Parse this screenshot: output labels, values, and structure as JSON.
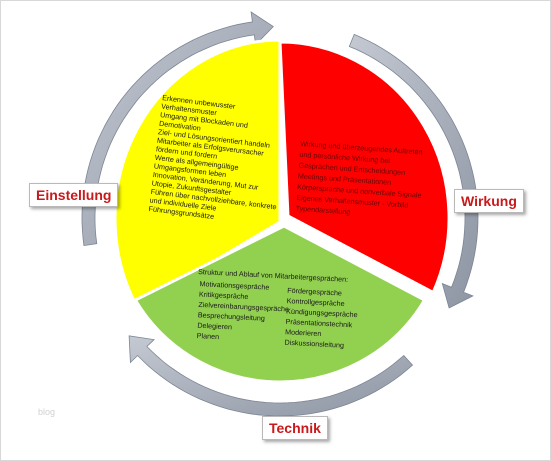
{
  "segments": {
    "einstellung": {
      "color": "#ffff00",
      "lines": [
        "Erkennen unbewusster",
        "Verhaltensmuster",
        "Umgang mit Blockaden und",
        "Demotivation",
        "Ziel- und Lösungsorientiert handeln",
        "Mitarbeiter als Erfolgsverursacher",
        "fördern und fordern",
        "Werte als allgemeingültige",
        "Umgangsformen leben",
        "Innovation, Veränderung, Mut zur",
        "Utopie, Zukunftsgestalter",
        "Führen über nachvollziehbare, konkrete",
        "und individuelle Ziele",
        "Führungsgrundsätze"
      ]
    },
    "wirkung": {
      "color": "#ff0000",
      "lines": [
        "Wirkung und überzeugendes Auftreten",
        "und persönliche    Wirkung bei",
        "Gesprächen und Entscheidungen",
        "Meetings und Präsentationen",
        "Körpersprache und nonverbale Signale",
        "Eigenes Verhaltensmuster - Vorbild",
        "Typendarstellung"
      ]
    },
    "technik": {
      "color": "#92d050",
      "heading": "Struktur und Ablauf von Mitarbeitergesprächen:",
      "left": [
        "Motivationsgespräche",
        "Kritikgespräche",
        "Zielvereinbarungsgespräche",
        "Besprechungsleitung",
        "Delegieren",
        "Planen"
      ],
      "right": [
        "Fördergespräche",
        "Kontrollgespräche",
        "Kündigungsgespräche",
        "Präsentationstechnik",
        "Moderieren",
        "Diskussionsleitung"
      ]
    }
  },
  "labels": {
    "einstellung": "Einstellung",
    "wirkung": "Wirkung",
    "technik": "Technik"
  },
  "colors": {
    "label_text": "#c8191b",
    "arrow": "#a9b0bc",
    "arrow_edge": "#7d8594"
  },
  "watermark": "blog"
}
